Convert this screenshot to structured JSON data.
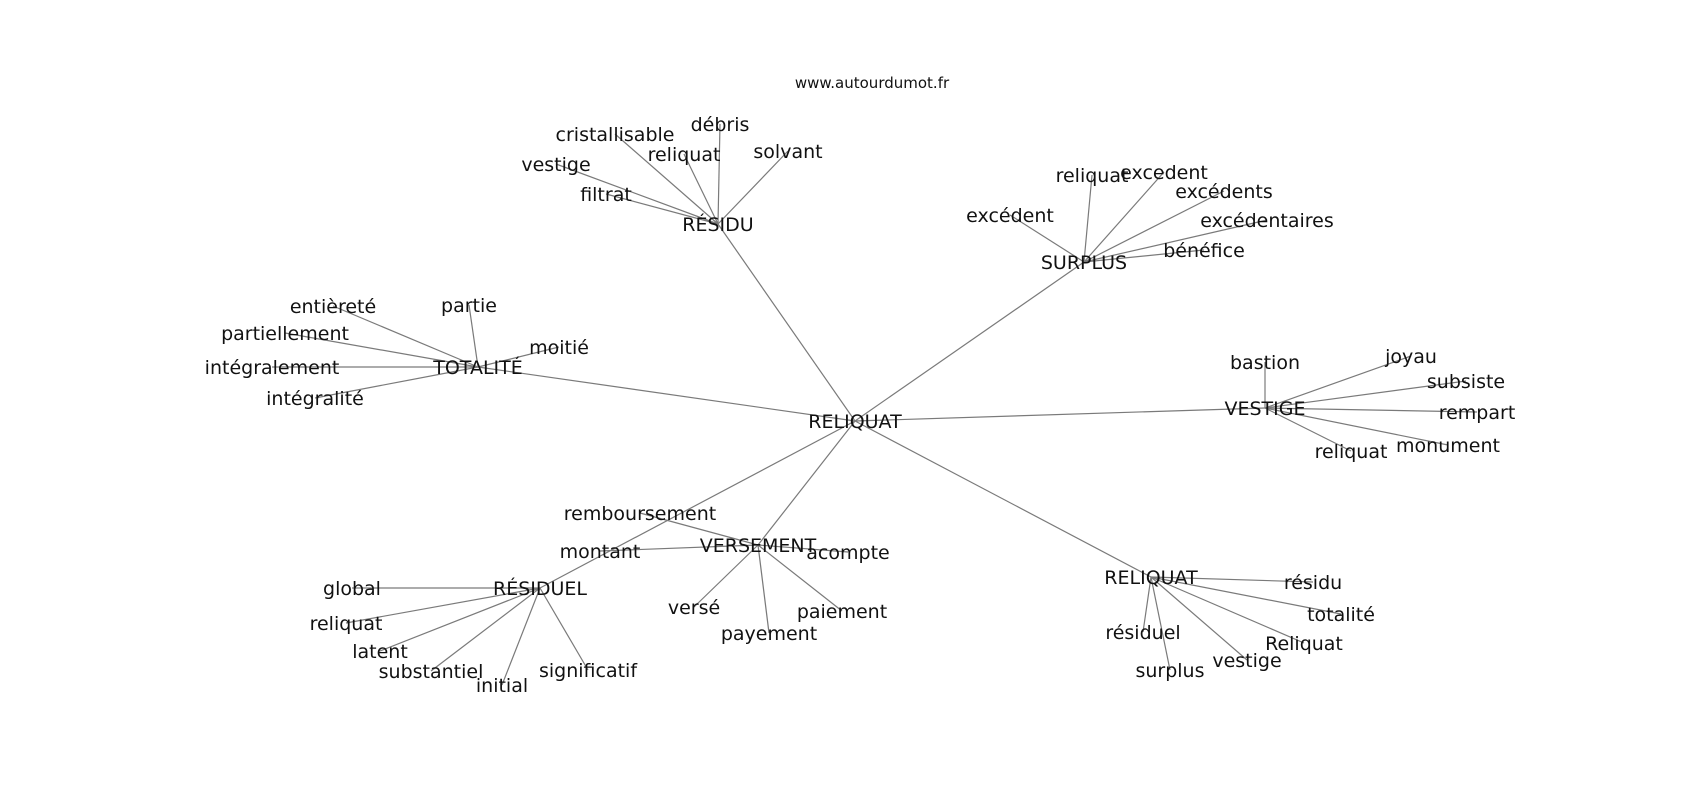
{
  "site": "www.autourdumot.fr",
  "center": "RELIQUAT",
  "clusters": [
    {
      "hub": "RÉSIDU",
      "words": [
        "débris",
        "cristallisable",
        "reliquat",
        "solvant",
        "vestige",
        "filtrat"
      ]
    },
    {
      "hub": "SURPLUS",
      "words": [
        "reliquat",
        "excedent",
        "excédents",
        "excédent",
        "excédentaires",
        "bénéfice"
      ]
    },
    {
      "hub": "TOTALITÉ",
      "words": [
        "entièreté",
        "partie",
        "partiellement",
        "moitié",
        "intégralement",
        "intégralité"
      ]
    },
    {
      "hub": "VESTIGE",
      "words": [
        "bastion",
        "joyau",
        "subsiste",
        "rempart",
        "monument",
        "reliquat"
      ]
    },
    {
      "hub": "VERSEMENT",
      "words": [
        "remboursement",
        "montant",
        "acompte",
        "versé",
        "paiement",
        "payement"
      ]
    },
    {
      "hub": "RÉSIDUEL",
      "words": [
        "global",
        "reliquat",
        "latent",
        "substantiel",
        "initial",
        "significatif"
      ]
    },
    {
      "hub": "RELIQUAT",
      "words": [
        "résidu",
        "totalité",
        "résiduel",
        "Reliquat",
        "vestige",
        "surplus"
      ]
    }
  ]
}
